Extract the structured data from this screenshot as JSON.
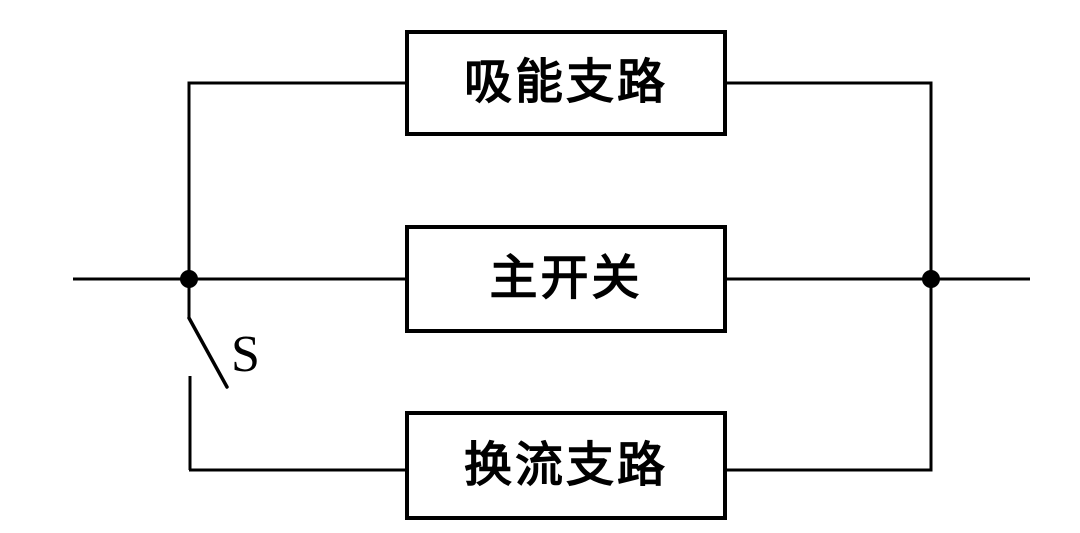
{
  "diagram": {
    "background_color": "#ffffff",
    "line_color": "#000000",
    "branches": [
      {
        "label": "吸能支路"
      },
      {
        "label": "主开关"
      },
      {
        "label": "换流支路"
      }
    ],
    "switch": {
      "label": "S"
    }
  }
}
